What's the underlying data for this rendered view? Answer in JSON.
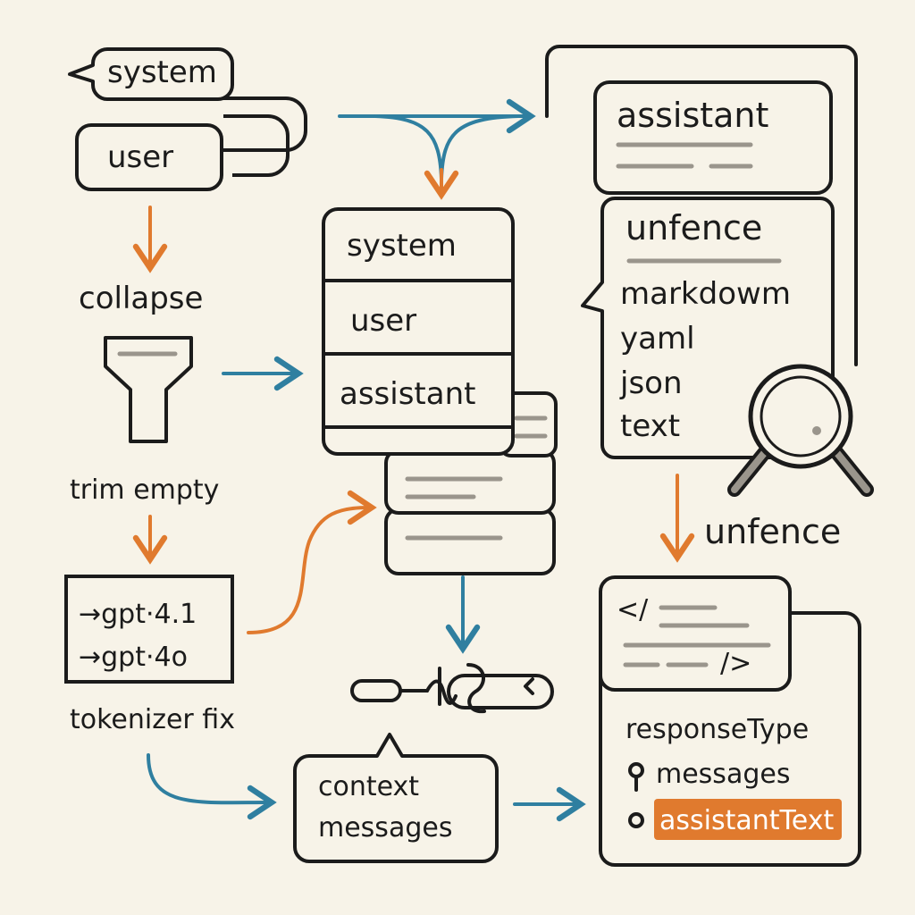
{
  "colors": {
    "background": "#f7f3e8",
    "ink": "#1b1b1b",
    "orange": "#e07a2e",
    "blue": "#2f7fa0",
    "grey_line": "#9a958c",
    "highlight": "#e07a2e"
  },
  "input_stack": {
    "system_label": "system",
    "user_label": "user"
  },
  "steps": {
    "collapse": "collapse",
    "trim_empty": "trim empty",
    "tokenizer_fix": "tokenizer fix",
    "model_map": [
      "→gpt·4.1",
      "→gpt·4o"
    ]
  },
  "center_stack": {
    "system_label": "system",
    "user_label": "user",
    "assistant_label": "assistant"
  },
  "context_box": {
    "line1": "context",
    "line2": "messages"
  },
  "assistant_panel": {
    "header": "assistant",
    "unfence_title": "unfence",
    "formats": [
      "markdowm",
      "yaml",
      "json",
      "text"
    ]
  },
  "unfence_label": "unfence",
  "result_card": {
    "code_open": "</",
    "code_close": "/>",
    "fields": [
      "responseType",
      "messages",
      "assistantText"
    ]
  },
  "icons": {
    "funnel": "funnel-icon",
    "magnifier": "magnifier-icon",
    "chain": "chain-link-icon",
    "code": "code-brackets-icon"
  }
}
